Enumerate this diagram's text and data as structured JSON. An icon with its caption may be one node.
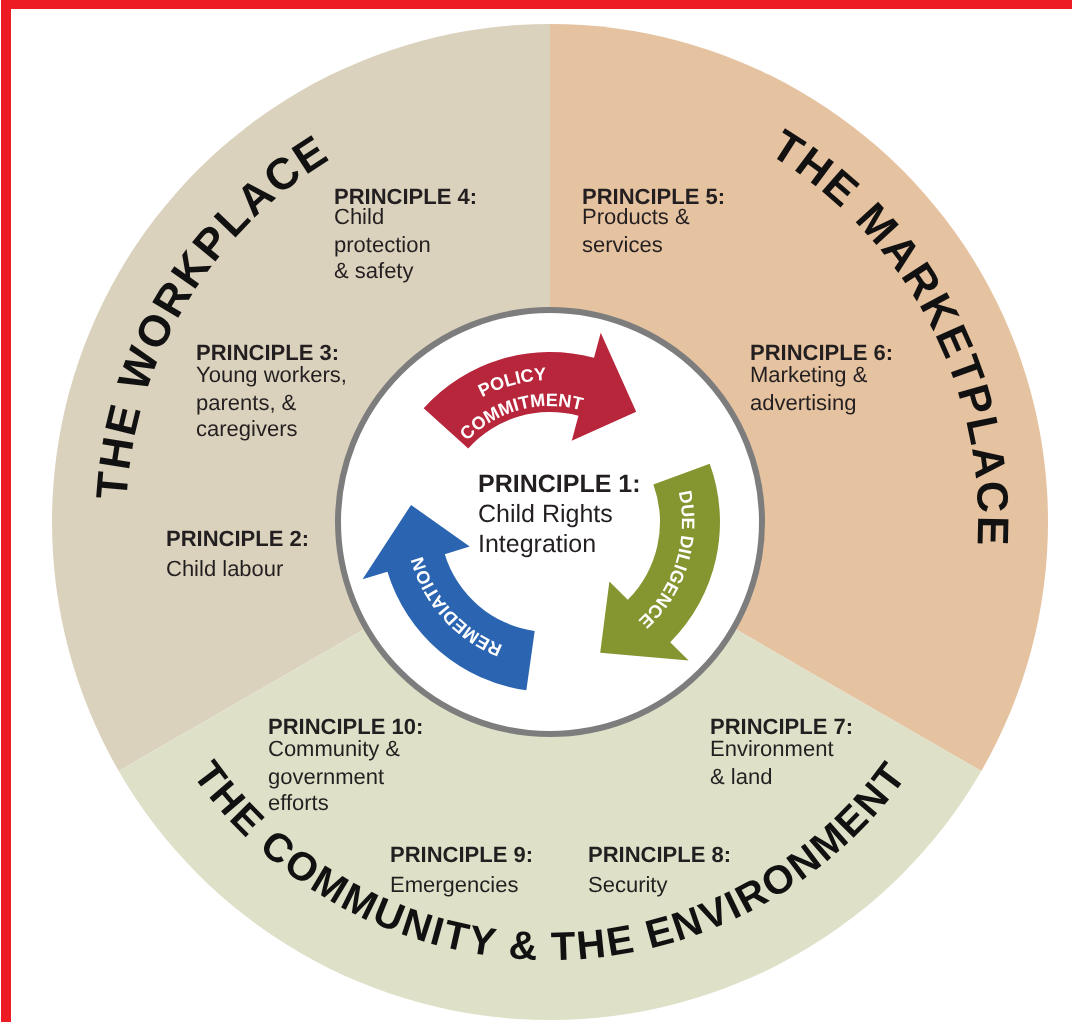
{
  "diagram": {
    "nodes": [
      {
        "text": [
          "THE WORKPLACE",
          "PRINCIPLE 4:",
          "Child protection & safety",
          "PRINCIPLE 3:",
          "Young workers, parents, & caregivers",
          "PRINCIPLE 2:",
          "Child labour"
        ]
      },
      {
        "text": [
          "THE MARKETPLACE",
          "PRINCIPLE 5:",
          "Products & services",
          "PRINCIPLE 6:",
          "Marketing & advertising"
        ]
      },
      {
        "text": [
          "PRINCIPLE 10:",
          "Community & government efforts",
          "PRINCIPLE 7:",
          "Environment & land",
          "PRINCIPLE 9:",
          "Emergencies",
          "PRINCIPLE 8:",
          "Security",
          "THE COMMUNITY & THE ENVIRONMENT"
        ]
      },
      {
        "text": [
          "PRINCIPLE 1:",
          "Child Rights Integration"
        ]
      },
      {
        "text": [
          "POLICY COMMITMENT"
        ],
        "in": 3
      },
      {
        "text": [
          "DUE DILIGENCE"
        ]
      },
      {
        "text": [
          "REMEDIATION"
        ],
        "in": 3
      }
    ]
  }
}
